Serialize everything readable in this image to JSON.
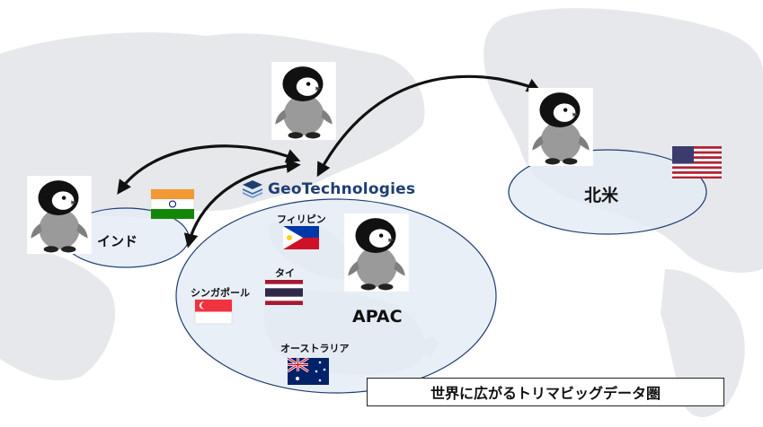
{
  "company": {
    "name": "GeoTechnologies",
    "logo_icon": "geotechnologies-logo-icon"
  },
  "regions": {
    "india": {
      "label": "インド",
      "flag": "india-flag-icon"
    },
    "north_america": {
      "label": "北米",
      "flag": "usa-flag-icon"
    },
    "apac": {
      "label": "APAC",
      "countries": [
        {
          "label": "フィリピン",
          "flag": "philippines-flag-icon"
        },
        {
          "label": "タイ",
          "flag": "thailand-flag-icon"
        },
        {
          "label": "シンガポール",
          "flag": "singapore-flag-icon"
        },
        {
          "label": "オーストラリア",
          "flag": "australia-flag-icon"
        }
      ]
    }
  },
  "mascot_icon": "penguin-mascot-icon",
  "caption": "世界に広がるトリマビッグデータ圏",
  "colors": {
    "land": "#e6e8eb",
    "region_fill": "#e4ebf5",
    "region_stroke": "#1f3f73",
    "arrow": "#111111",
    "brand": "#1f3f73"
  }
}
